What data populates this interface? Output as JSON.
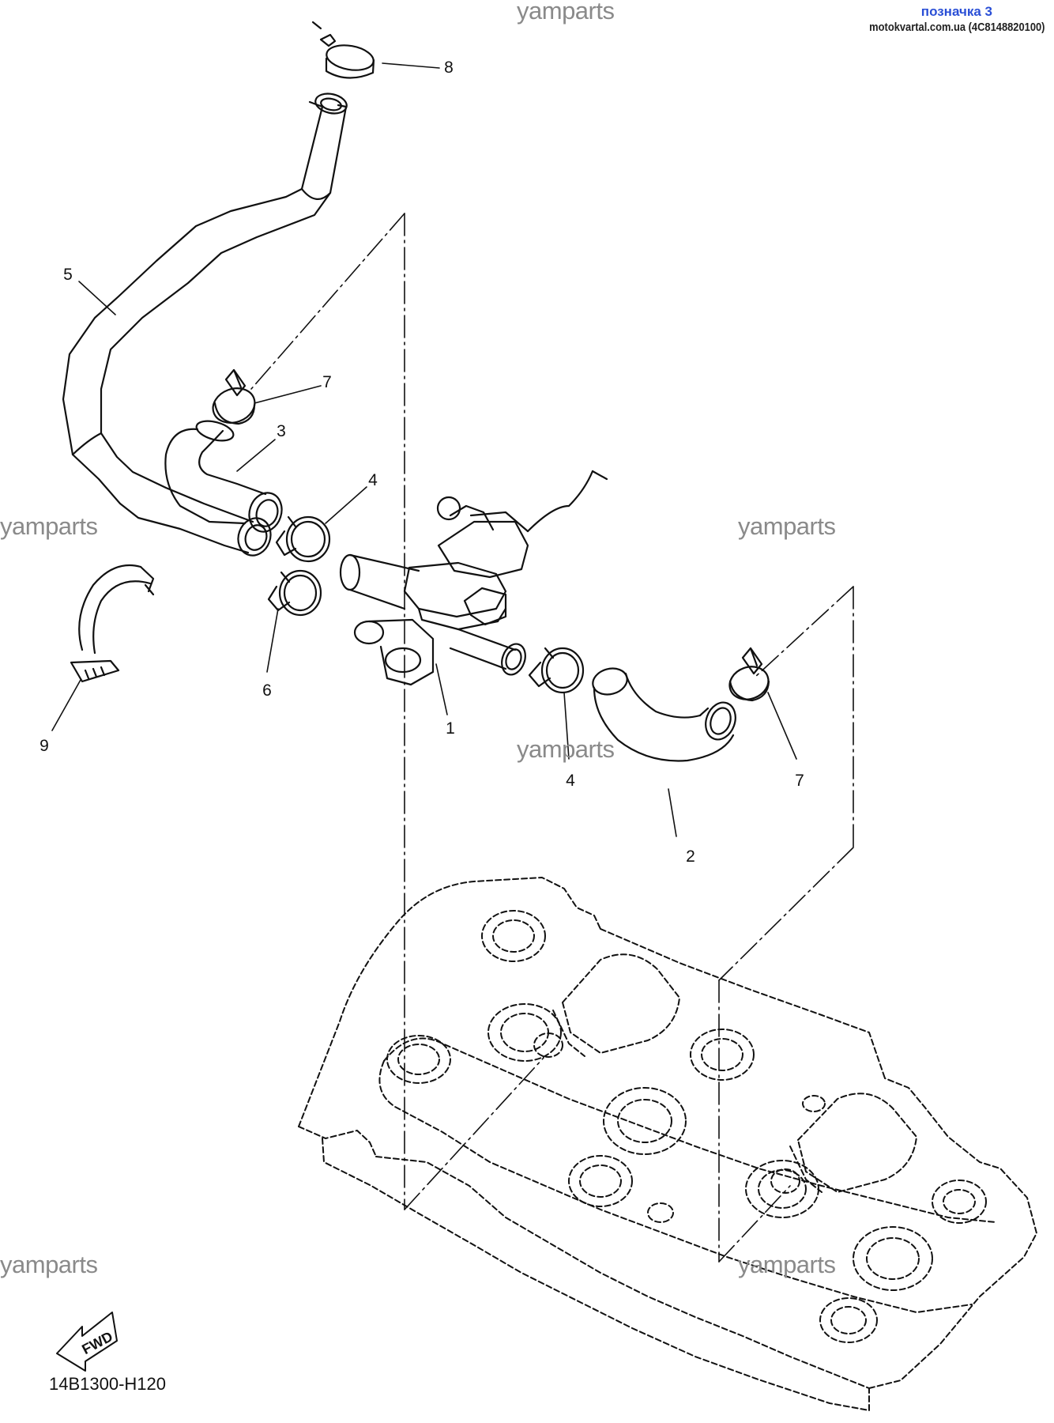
{
  "header": {
    "link_text": "позначка 3",
    "reference": "motokvartal.com.ua (4C8148820100)"
  },
  "watermarks": [
    "yamparts",
    "yamparts",
    "yamparts",
    "yamparts",
    "yamparts",
    "yamparts"
  ],
  "callouts": [
    "8",
    "5",
    "7",
    "3",
    "4",
    "6",
    "9",
    "1",
    "4",
    "7",
    "2"
  ],
  "fwd_label": "FWD",
  "diagram_code": "14B1300-H120"
}
